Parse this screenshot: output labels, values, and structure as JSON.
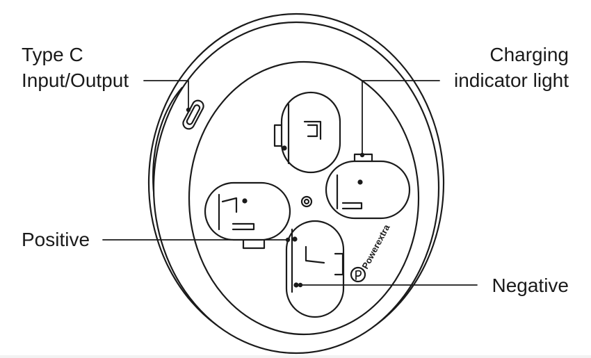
{
  "labels": {
    "type_c": {
      "line1": "Type C",
      "line2": "Input/Output"
    },
    "charging": {
      "line1": "Charging",
      "line2": "indicator light"
    },
    "positive": "Positive",
    "negative": "Negative"
  },
  "brand": {
    "name": "Powerextra"
  },
  "colors": {
    "stroke": "#1a1a1a",
    "background": "#ffffff"
  }
}
